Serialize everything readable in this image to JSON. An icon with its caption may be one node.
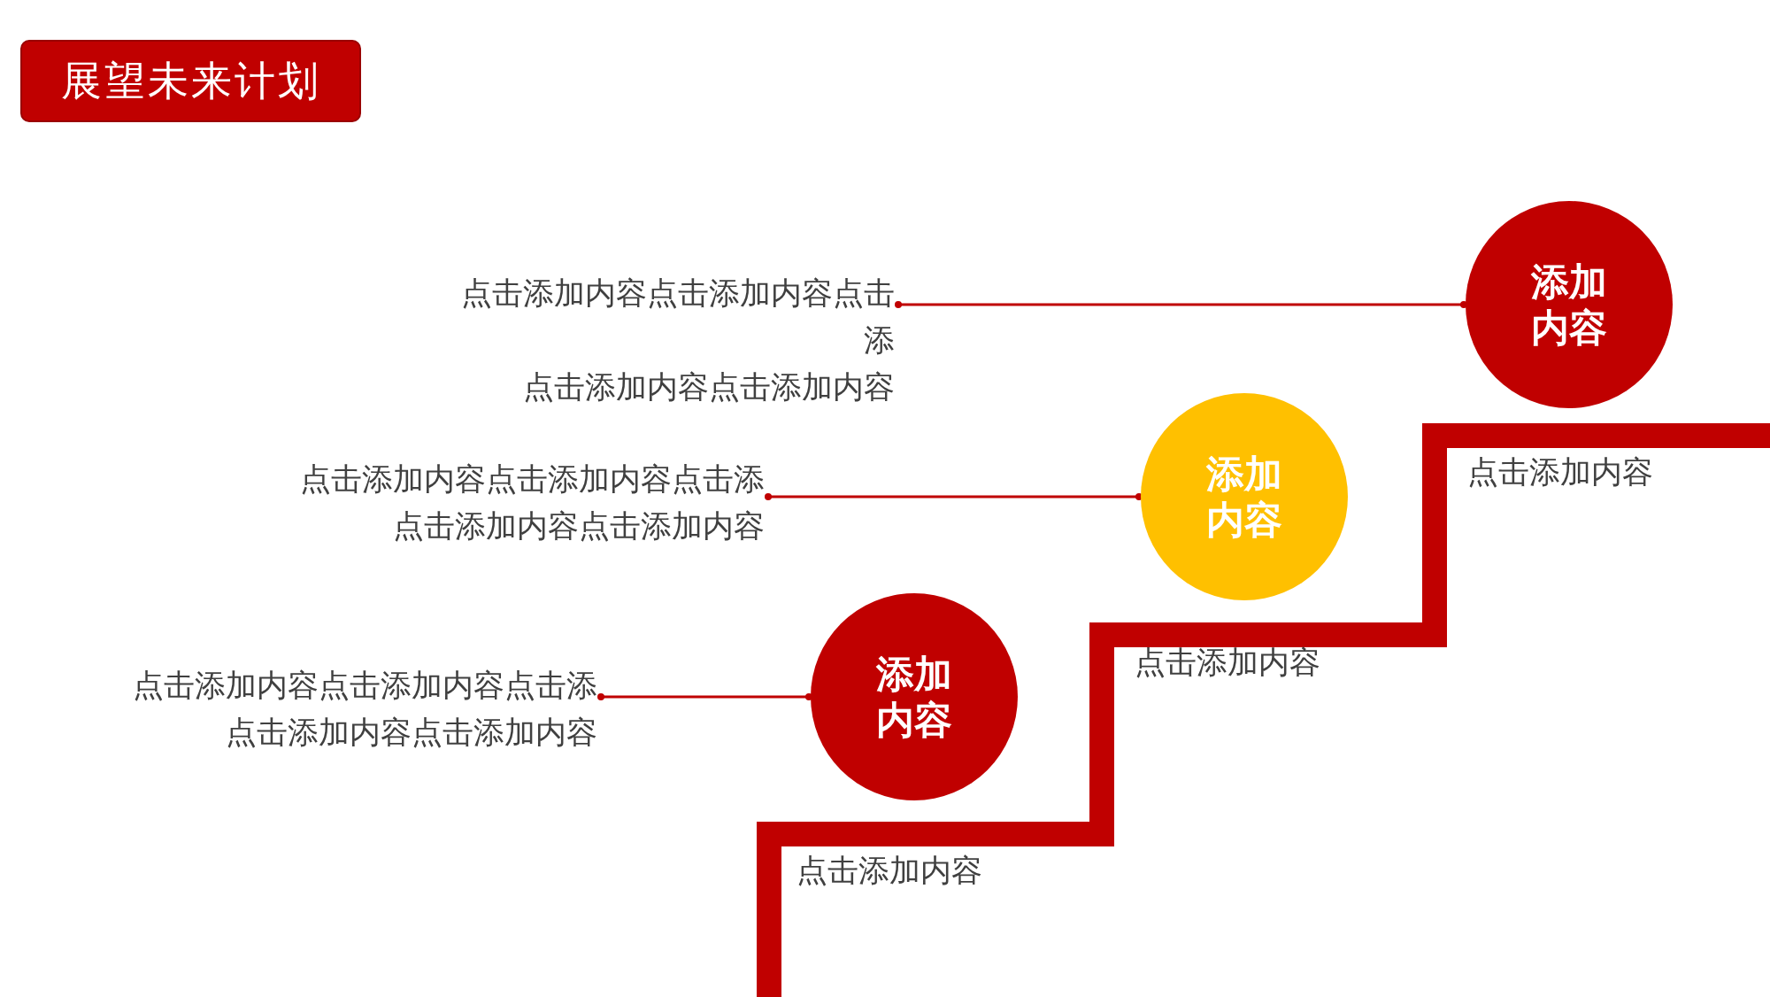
{
  "diagram": {
    "title": "展望未来计划",
    "nodes": [
      {
        "text": [
          "点击添加内容点击添加内容点击添",
          "点击添加内容点击添加内容"
        ]
      },
      {
        "text": [
          "添加内容"
        ]
      },
      {
        "text": [
          "点击添加内容点击添加内容点击添",
          "点击添加内容点击添加内容"
        ]
      },
      {
        "text": [
          "添加内容"
        ]
      },
      {
        "text": [
          "点击添加内容点击添加内容点击添",
          "点击添加内容点击添加内容"
        ]
      },
      {
        "text": [
          "添加内容"
        ]
      }
    ],
    "edges": [
      {
        "from": 0,
        "to": 1,
        "arrow": "other"
      },
      {
        "from": 2,
        "to": 3,
        "arrow": "other"
      },
      {
        "from": 4,
        "to": 5,
        "arrow": "other"
      }
    ],
    "labels": [
      "点击添加内容",
      "点击添加内容",
      "点击添加内容"
    ]
  }
}
